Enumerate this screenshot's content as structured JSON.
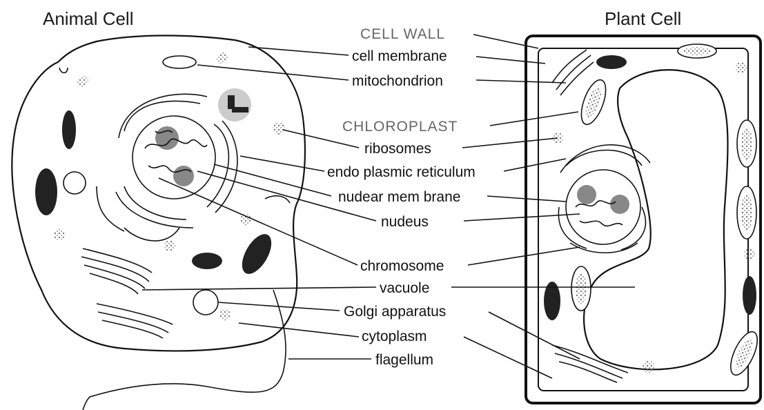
{
  "titles": {
    "animal": "Animal Cell",
    "plant": "Plant Cell"
  },
  "labels": {
    "cell_wall": "CELL WALL",
    "cell_membrane": "cell membrane",
    "mitochondrion": "mitochondrion",
    "chloroplast": "CHLOROPLAST",
    "ribosomes": "ribosomes",
    "endoplasmic_reticulum": "endo plasmic reticulum",
    "nuclear_membrane": "nudear mem brane",
    "nucleus": "nudeus",
    "chromosome": "chromosome",
    "vacuole": "vacuole",
    "golgi": "Golgi apparatus",
    "cytoplasm": "cytoplasm",
    "flagellum": "flagellum"
  }
}
